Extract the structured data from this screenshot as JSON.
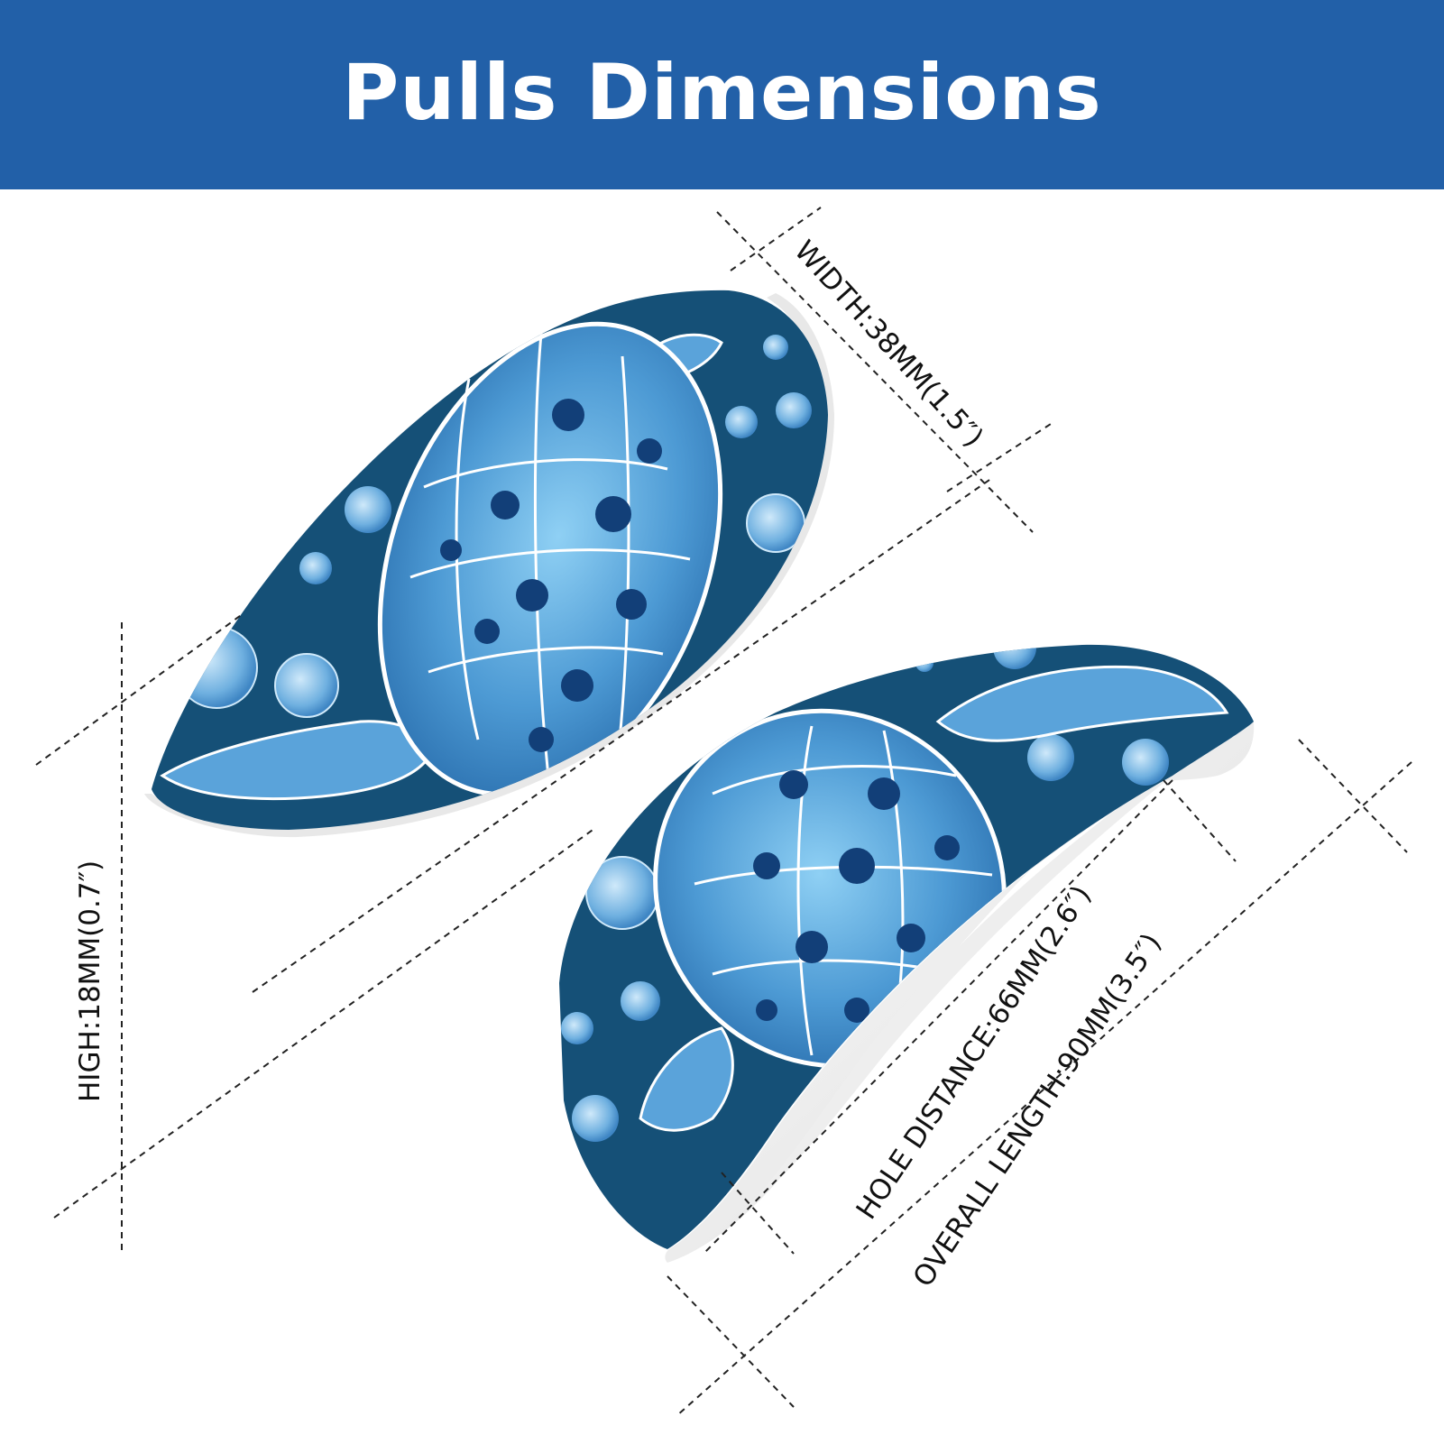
{
  "header": {
    "title": "Pulls Dimensions",
    "background": "#2260a8",
    "text_color": "#ffffff"
  },
  "product": {
    "pull_colors": {
      "base": "#155077",
      "shell_light": "#7fc4ee",
      "shell_mid": "#3a86c6",
      "spots": "#123f78",
      "outline": "#ffffff",
      "bubbles": "#8fc7ec"
    },
    "motif": "sea-turtle-with-bubbles"
  },
  "dimensions": {
    "width": "WIDTH:38MM(1.5″)",
    "height": "HIGH:18MM(0.7″)",
    "hole_distance": "HOLE DISTANCE:66MM(2.6″)",
    "overall_length": "OVERALL LENGTH:90MM(3.5″)"
  }
}
